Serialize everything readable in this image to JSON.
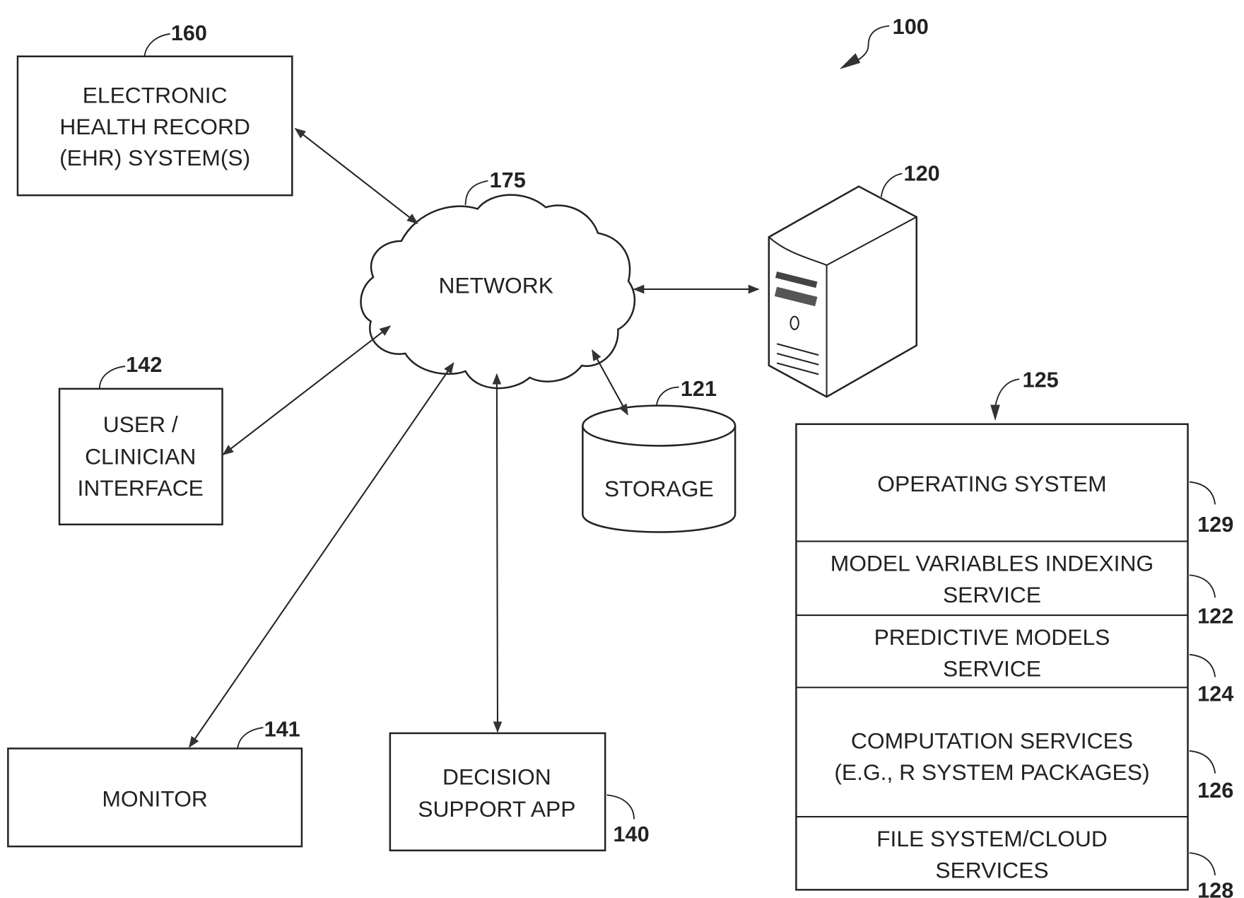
{
  "figure": {
    "ref": "100",
    "nodes": {
      "ehr": {
        "ref": "160",
        "lines": [
          "ELECTRONIC",
          "HEALTH RECORD",
          "(EHR) SYSTEM(S)"
        ]
      },
      "network": {
        "ref": "175",
        "label": "NETWORK"
      },
      "server": {
        "ref": "120"
      },
      "storage": {
        "ref": "121",
        "label": "STORAGE"
      },
      "user_interface": {
        "ref": "142",
        "lines": [
          "USER /",
          "CLINICIAN",
          "INTERFACE"
        ]
      },
      "monitor": {
        "ref": "141",
        "label": "MONITOR"
      },
      "decision_app": {
        "ref": "140",
        "lines": [
          "DECISION",
          "SUPPORT APP"
        ]
      }
    },
    "stack": {
      "ref": "125",
      "layers": [
        {
          "ref": "129",
          "lines": [
            "OPERATING SYSTEM"
          ]
        },
        {
          "ref": "122",
          "lines": [
            "MODEL VARIABLES INDEXING",
            "SERVICE"
          ]
        },
        {
          "ref": "124",
          "lines": [
            "PREDICTIVE MODELS",
            "SERVICE"
          ]
        },
        {
          "ref": "126",
          "lines": [
            "COMPUTATION SERVICES",
            "(E.G., R SYSTEM PACKAGES)"
          ]
        },
        {
          "ref": "128",
          "lines": [
            "FILE SYSTEM/CLOUD",
            "SERVICES"
          ]
        }
      ]
    }
  }
}
